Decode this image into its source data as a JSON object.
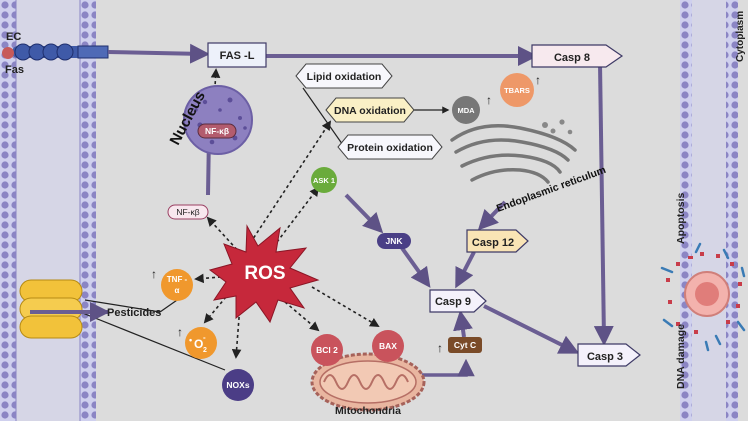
{
  "labels": {
    "ec": "EC",
    "fas": "Fas",
    "cytoplasm": "Cytoplasm",
    "fasl": "FAS -L",
    "casp8": "Casp 8",
    "lipid": "Lipid oxidation",
    "dna": "DNA oxidation",
    "protein": "Protein oxidation",
    "mda": "MDA",
    "tbars": "TBARS",
    "nucleus": "Nucleus",
    "nfkb_nuc": "NF-κβ",
    "nfkb": "NF-κβ",
    "ask1": "ASK 1",
    "er": "Endoplasmic reticulum",
    "jnk": "JNK",
    "casp12": "Casp 12",
    "ros": "ROS",
    "tnf_a": "TNF -",
    "tnf_b": "α",
    "pesticides": "Pesticides",
    "o2_pre": "•",
    "o2": "O",
    "o2_sub": "2",
    "o2_sup": "-",
    "casp9": "Casp 9",
    "bcl2": "BCl 2",
    "bax": "BAX",
    "cytc": "Cyt C",
    "casp3": "Casp 3",
    "noxs": "NOXs",
    "mitochondria": "Mitochondria",
    "apoptosis": "Apoptosis",
    "dna_damage": "DNA damage",
    "up": "↑"
  },
  "colors": {
    "background": "#dcdcdc",
    "membrane": "#cfd0ee",
    "bead": "#7d7fc7",
    "arrow": "#6b5e93",
    "casp_fill": "#f7e9ee",
    "casp_stroke": "#3e3a66",
    "casp12_fill": "#f9e4b5",
    "ros": "#c6283b",
    "tnf": "#f0982d",
    "ask1": "#6aab3b",
    "jnk": "#4a3f86",
    "noxs": "#4b3d86",
    "mda": "#777777",
    "tbars": "#ee9868",
    "bcl2": "#c9535c",
    "bax": "#c9535c",
    "cytc": "#7a4b28",
    "nucleus": "#8d80c0",
    "pesticide": "#f2c23a"
  }
}
